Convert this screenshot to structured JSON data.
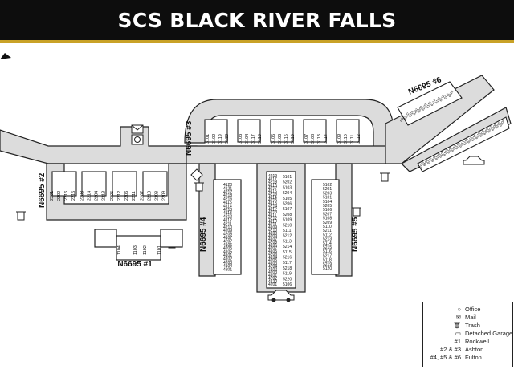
{
  "header": {
    "title": "SCS BLACK RIVER FALLS"
  },
  "colors": {
    "header_bg": "#0d0d0d",
    "accent_gold": "#c9a227",
    "road": "#dcdcdc",
    "building": "#ffffff",
    "outline": "#222222"
  },
  "buildings": {
    "b1": {
      "label": "N6695 #1",
      "units": [
        "1104",
        "1103",
        "1102",
        "1101"
      ]
    },
    "b2": {
      "label": "N6695 #2",
      "units": [
        "2201",
        "2202",
        "2216",
        "2215",
        "2203",
        "2214",
        "2204",
        "2213",
        "2205",
        "2212",
        "2206",
        "2211",
        "2207",
        "2210",
        "2208",
        "2209"
      ]
    },
    "b3": {
      "label": "N6695 #3",
      "units": [
        "3101",
        "3102",
        "3119",
        "3120",
        "3103",
        "3104",
        "3117",
        "3118",
        "3105",
        "3106",
        "3115",
        "3116",
        "3107",
        "3108",
        "3113",
        "3114",
        "3109",
        "3110",
        "3111",
        "3112"
      ]
    },
    "b4": {
      "label": "N6695 #4",
      "units_left": [
        "4120",
        "4121",
        "4217",
        "4218",
        "4216",
        "4115",
        "4114",
        "4213",
        "4113",
        "4212",
        "4112",
        "4211",
        "4210",
        "4209",
        "4208",
        "4107",
        "4207",
        "4106",
        "4205",
        "4105",
        "4101",
        "4102",
        "4203",
        "4104",
        "4201"
      ],
      "units_center": [
        "4219",
        "4117",
        "4218",
        "4116",
        "4217",
        "4115",
        "4216",
        "4114",
        "4215",
        "4113",
        "4214",
        "4112",
        "4213",
        "4111",
        "4212",
        "4110",
        "4211",
        "4109",
        "4210",
        "4108",
        "4209",
        "4107",
        "4208",
        "4106",
        "4207",
        "4105",
        "4206",
        "4104",
        "4205",
        "4103",
        "4204",
        "4102",
        "4203",
        "4101",
        "4202",
        "4120",
        "4201"
      ]
    },
    "b5": {
      "label": "N6695 #5",
      "units_center": [
        "5101",
        "5202",
        "5103",
        "5204",
        "5105",
        "5206",
        "5107",
        "5208",
        "5109",
        "5210",
        "5111",
        "5212",
        "5113",
        "5214",
        "5115",
        "5216",
        "5117",
        "5218",
        "5119",
        "5220",
        "5106"
      ],
      "units_right": [
        "5102",
        "5201",
        "5203",
        "5101",
        "5104",
        "5205",
        "5106",
        "5207",
        "5108",
        "5209",
        "5110",
        "5211",
        "5112",
        "5213",
        "5114",
        "5215",
        "5116",
        "5217",
        "5118",
        "5219",
        "5120"
      ]
    },
    "b6": {
      "label": "N6695 #6",
      "units": [
        "6101",
        "6102",
        "6116",
        "6201",
        "6202",
        "6203",
        "6115",
        "6114",
        "6113",
        "6112",
        "6111",
        "6110",
        "6109",
        "6108",
        "6107",
        "6106",
        "6105",
        "6104",
        "6103",
        "6202",
        "6216",
        "6215",
        "6214",
        "6213",
        "6212",
        "6211",
        "6210",
        "6209",
        "6208",
        "6207",
        "6206",
        "6205",
        "6204"
      ]
    }
  },
  "legend": {
    "items": [
      {
        "key": "○",
        "label": "Office"
      },
      {
        "key": "✉",
        "label": "Mail"
      },
      {
        "key": "🗑",
        "label": "Trash"
      },
      {
        "key": "▭",
        "label": "Detached Garage"
      },
      {
        "key": "#1",
        "label": "Rockwell"
      },
      {
        "key": "#2 & #3",
        "label": "Ashton"
      },
      {
        "key": "#4, #5 & #6",
        "label": "Fulton"
      }
    ]
  }
}
